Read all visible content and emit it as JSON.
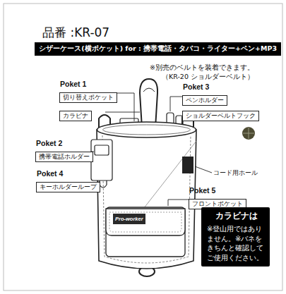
{
  "diagram": {
    "title": "品番 :KR-07",
    "nodes": [
      {
        "text": [
          "シザーケース(横ポケット) for : 携帯電話・タバコ・ライター+ペン+MP3"
        ]
      },
      {
        "text": [
          "Poket 1",
          "切り替えポケット"
        ]
      },
      {
        "text": [
          "カラビナ"
        ]
      },
      {
        "text": [
          "Poket 3",
          "ペンホルダー"
        ]
      },
      {
        "text": [
          "ショルダーベルトフック"
        ]
      },
      {
        "text": [
          "Poket 2",
          "携帯電話ホルダー"
        ]
      },
      {
        "text": [
          "Poket 4",
          "キーホルダーループ"
        ]
      },
      {
        "text": [
          "Poket 5",
          "フロントポケット"
        ]
      },
      {
        "text": [
          "カラビナは",
          "※登山用ではありません。※バネをきちんと確認してご使用ください。"
        ]
      }
    ],
    "labels": [
      "※別売のベルトを装着できます。",
      "（KR-20 ショルダーベルト）",
      "コード用ホール",
      "Pro-worker"
    ]
  }
}
